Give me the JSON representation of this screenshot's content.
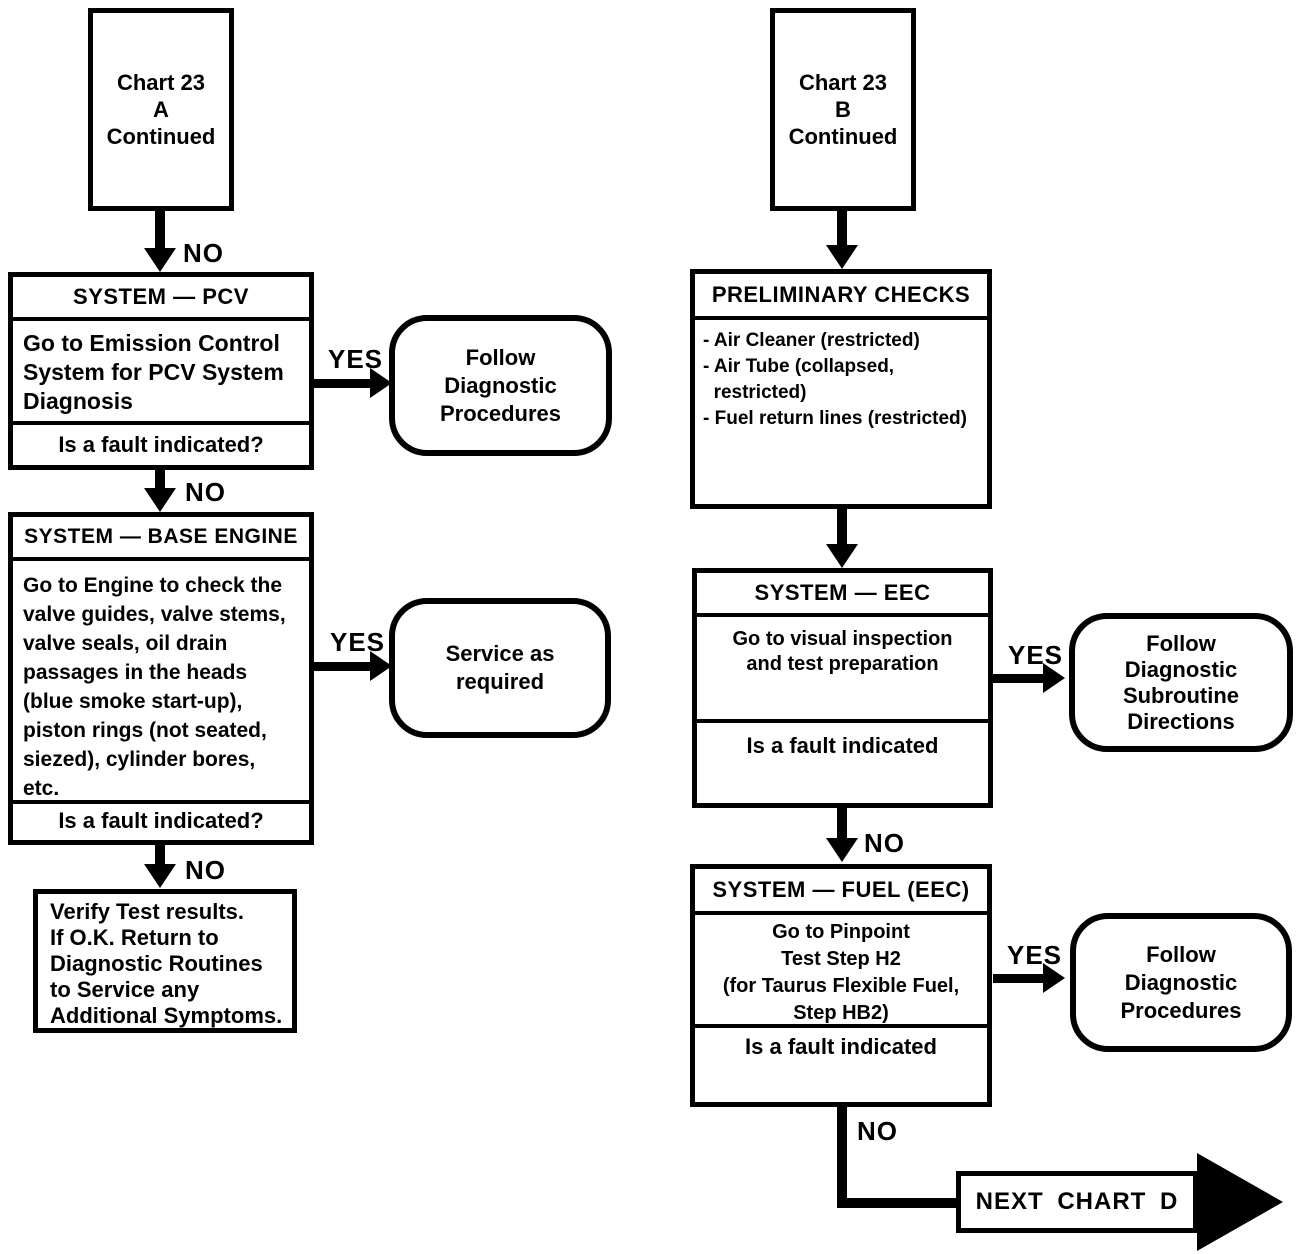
{
  "title": "Chart 23 diagnostic flowchart",
  "colors": {
    "ink": "#000000",
    "paper": "#ffffff"
  },
  "left": {
    "start": {
      "label": "Chart 23\nA\nContinued"
    },
    "pcv": {
      "header": "SYSTEM — PCV",
      "body": "Go to Emission Control\nSystem for PCV System\nDiagnosis",
      "question": "Is a fault indicated?"
    },
    "follow": {
      "label": "Follow\nDiagnostic\nProcedures"
    },
    "base": {
      "header": "SYSTEM — BASE ENGINE",
      "body": "Go to Engine to check the\nvalve guides, valve stems,\nvalve seals, oil drain\npassages in the heads\n(blue smoke start-up),\npiston rings (not seated,\nsiezed), cylinder bores,\netc.",
      "question": "Is a fault indicated?"
    },
    "service": {
      "label": "Service as\nrequired"
    },
    "verify": {
      "text": "Verify Test results.\nIf O.K. Return to\nDiagnostic Routines\nto Service any\nAdditional Symptoms."
    },
    "labels": {
      "no1": "NO",
      "no2": "NO",
      "no3": "NO",
      "yes1": "YES",
      "yes2": "YES"
    }
  },
  "right": {
    "start": {
      "label": "Chart 23\nB\nContinued"
    },
    "preliminary": {
      "header": "PRELIMINARY CHECKS",
      "body": "- Air Cleaner (restricted)\n- Air Tube (collapsed,\n  restricted)\n- Fuel return lines (restricted)"
    },
    "eec": {
      "header": "SYSTEM — EEC",
      "body": "Go to visual inspection\nand test preparation",
      "question": "Is a fault indicated"
    },
    "subroutine": {
      "label": "Follow\nDiagnostic\nSubroutine\nDirections"
    },
    "fuel": {
      "header": "SYSTEM — FUEL (EEC)",
      "body": "Go to Pinpoint\nTest Step H2\n(for Taurus Flexible Fuel,\nStep HB2)",
      "question": "Is a fault indicated"
    },
    "procedures": {
      "label": "Follow\nDiagnostic\nProcedures"
    },
    "next": {
      "label": "NEXT CHART D"
    },
    "labels": {
      "yes1": "YES",
      "yes2": "YES",
      "no1": "NO",
      "no2": "NO"
    }
  }
}
